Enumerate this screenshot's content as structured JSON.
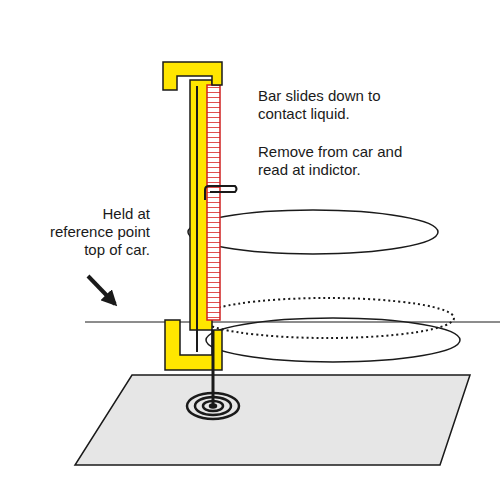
{
  "diagram": {
    "labels": [
      "Bar slides down to contact liquid.",
      "Remove from car and read at indictor.",
      "Held at reference point top of car."
    ]
  }
}
